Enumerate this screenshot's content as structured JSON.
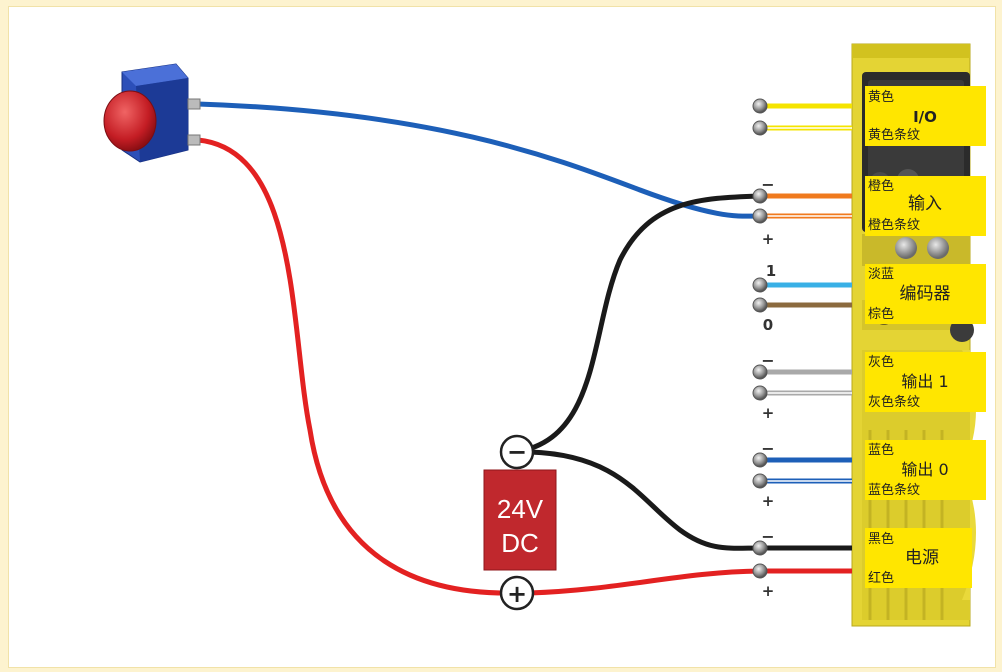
{
  "power_supply": {
    "line1": "24V",
    "line2": "DC",
    "minus": "−",
    "plus": "+"
  },
  "groups": [
    {
      "name": "I/O",
      "top": "黄色",
      "bottom": "黄色条纹",
      "sign_top": "",
      "sign_bottom": ""
    },
    {
      "name": "输入",
      "top": "橙色",
      "bottom": "橙色条纹",
      "sign_top": "−",
      "sign_bottom": "+"
    },
    {
      "name": "编码器",
      "top": "淡蓝",
      "bottom": "棕色",
      "sign_top": "1",
      "sign_bottom": "0"
    },
    {
      "name": "输出 1",
      "top": "灰色",
      "bottom": "灰色条纹",
      "sign_top": "−",
      "sign_bottom": "+"
    },
    {
      "name": "输出 0",
      "top": "蓝色",
      "bottom": "蓝色条纹",
      "sign_top": "−",
      "sign_bottom": "+"
    },
    {
      "name": "电源",
      "top": "黑色",
      "bottom": "红色",
      "sign_top": "−",
      "sign_bottom": "+"
    }
  ],
  "colors": {
    "background": "#fdf3cf",
    "module": "#e6d531",
    "label_bg": "#ffe600",
    "psu": "#c0282d",
    "yellow_wire": "#f5e400",
    "orange_wire": "#f07a1e",
    "lightblue_wire": "#39b0e6",
    "brown_wire": "#8b6a3e",
    "grey_wire": "#a9a9a9",
    "blue_wire": "#1d5fb8",
    "black_wire": "#1a1a1a",
    "red_wire": "#e32121"
  }
}
